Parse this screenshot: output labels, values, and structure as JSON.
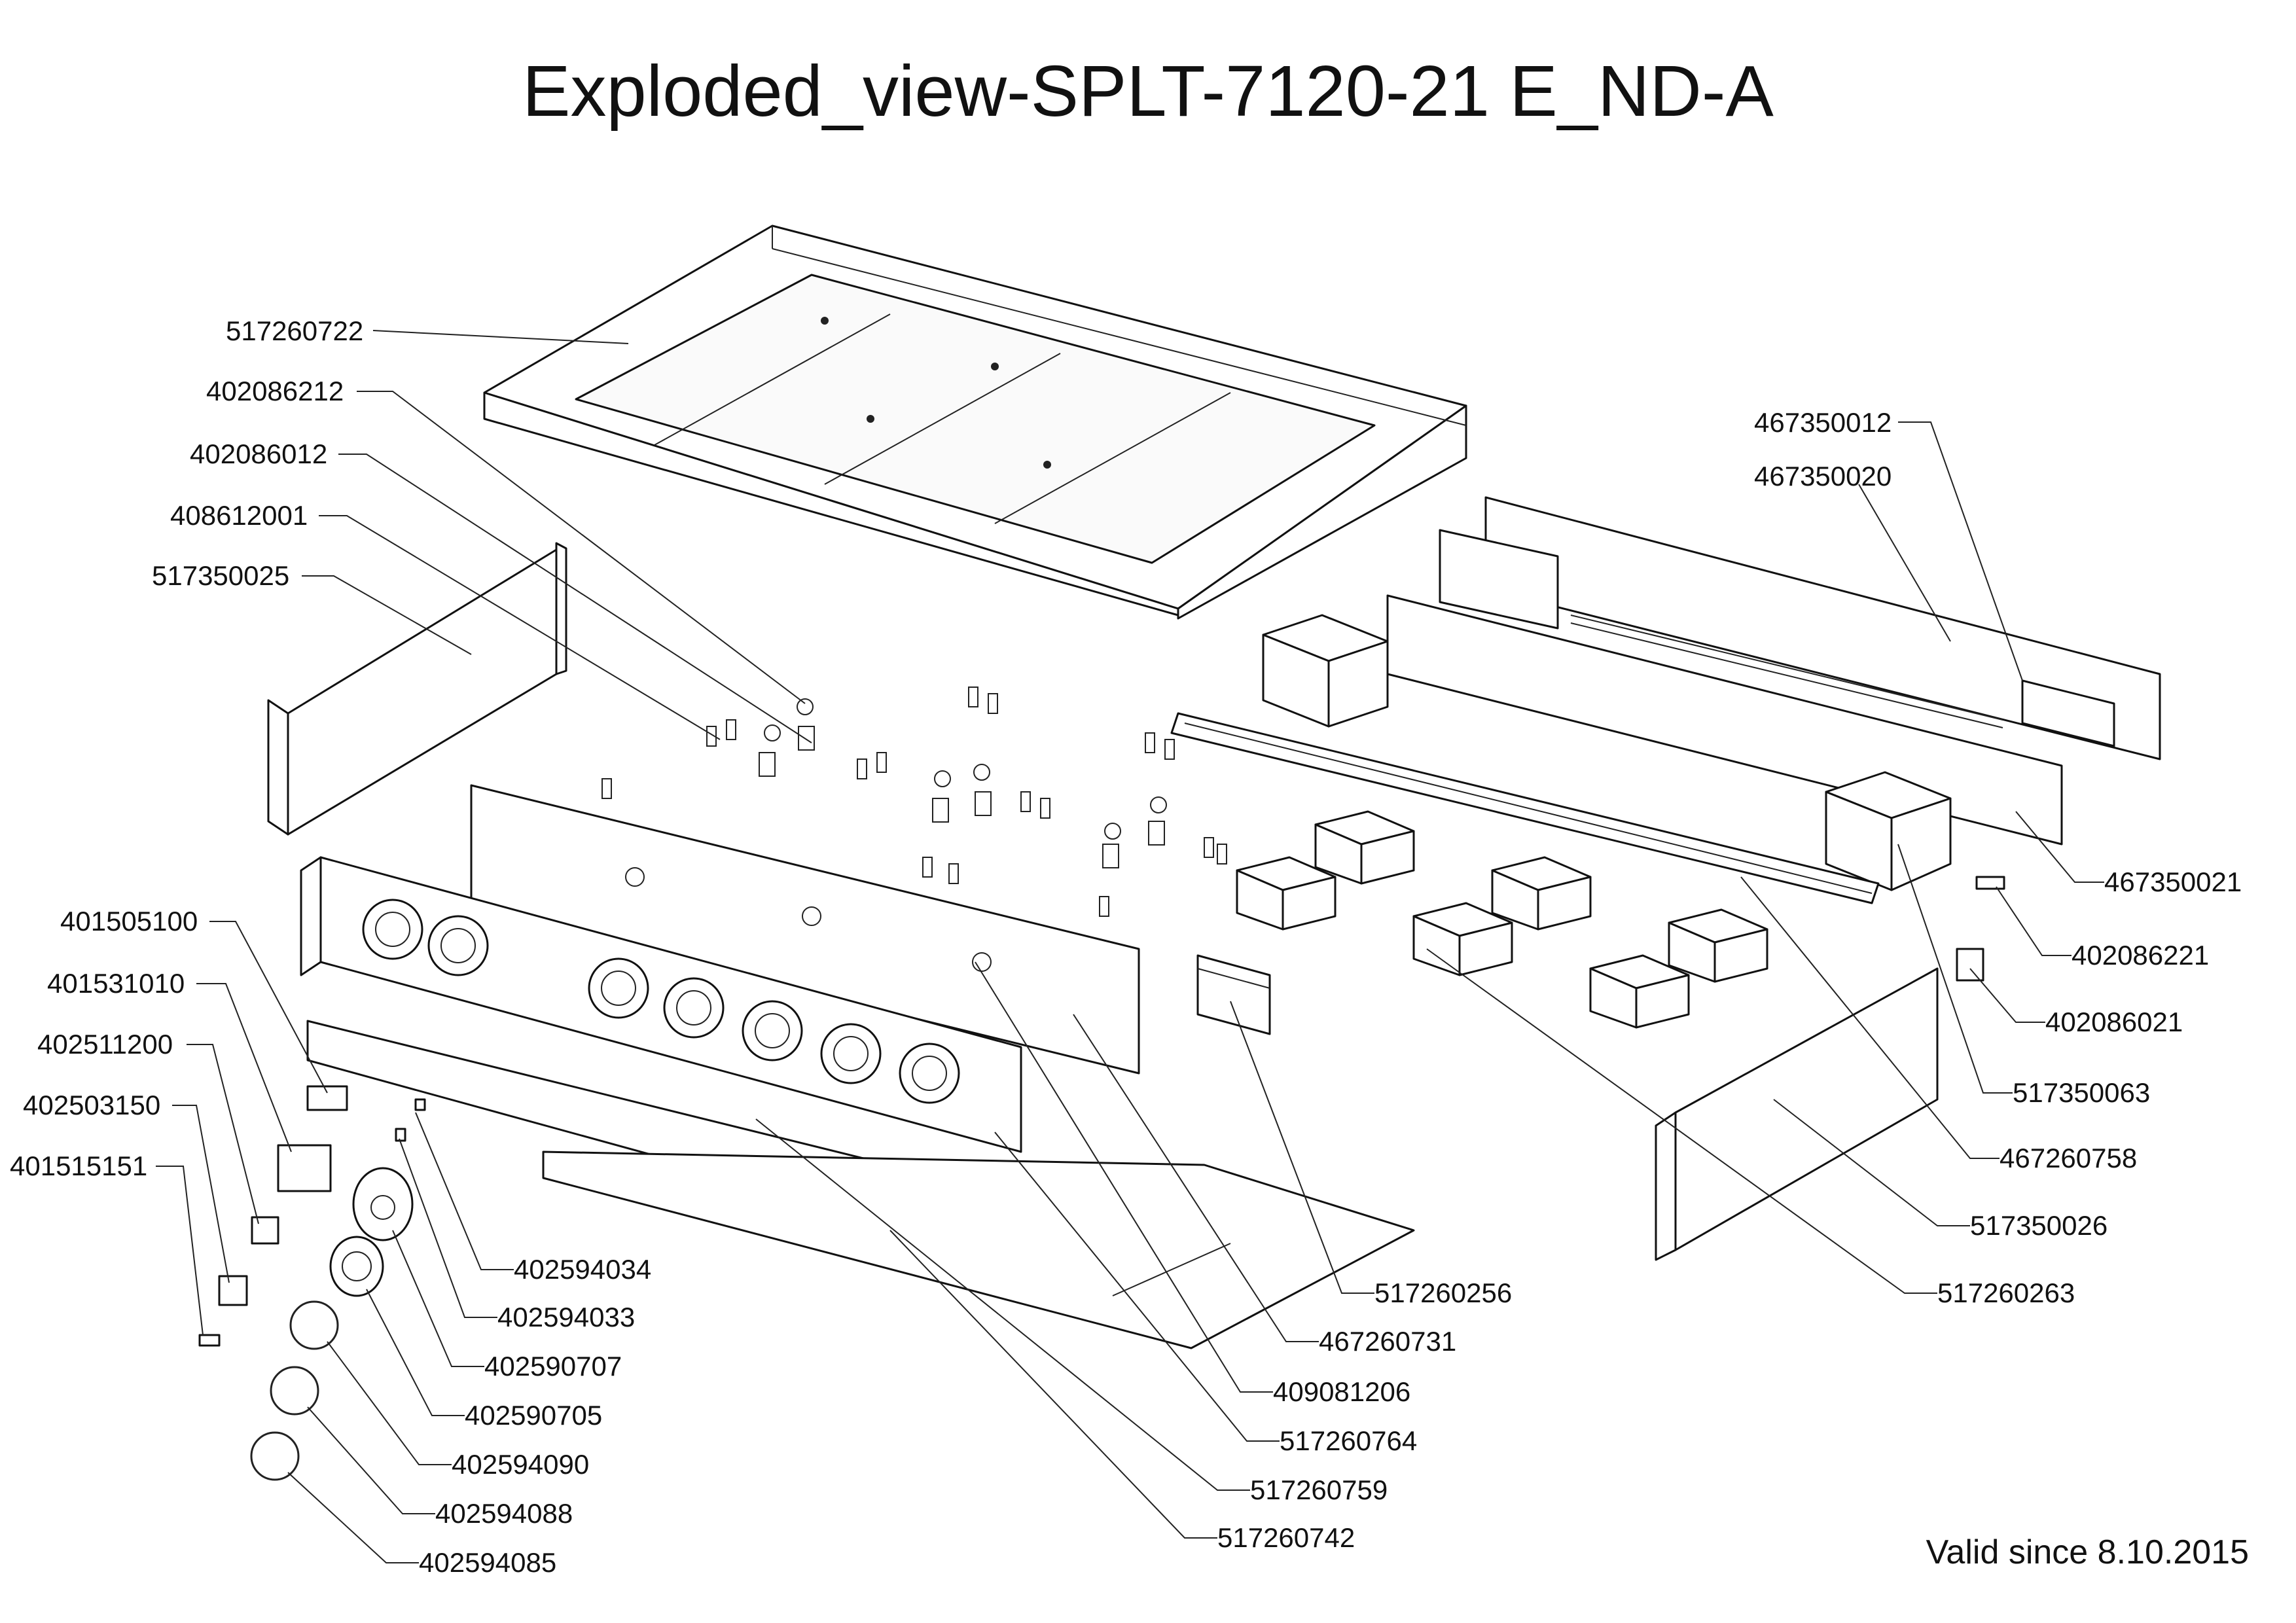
{
  "title": "Exploded_view-SPLT-7120-21 E_ND-A",
  "valid_since": "Valid since 8.10.2015",
  "part_numbers": {
    "517260722": "517260722",
    "402086212": "402086212",
    "402086012": "402086012",
    "408612001": "408612001",
    "517350025": "517350025",
    "467350012": "467350012",
    "467350020": "467350020",
    "467350021": "467350021",
    "402086221": "402086221",
    "402086021": "402086021",
    "517350063": "517350063",
    "467260758": "467260758",
    "517350026": "517350026",
    "517260263": "517260263",
    "517260256": "517260256",
    "467260731": "467260731",
    "409081206": "409081206",
    "517260764": "517260764",
    "517260759": "517260759",
    "517260742": "517260742",
    "401505100": "401505100",
    "401531010": "401531010",
    "402511200": "402511200",
    "402503150": "402503150",
    "401515151": "401515151",
    "402594034": "402594034",
    "402594033": "402594033",
    "402590707": "402590707",
    "402590705": "402590705",
    "402594090": "402594090",
    "402594088": "402594088",
    "402594085": "402594085"
  }
}
